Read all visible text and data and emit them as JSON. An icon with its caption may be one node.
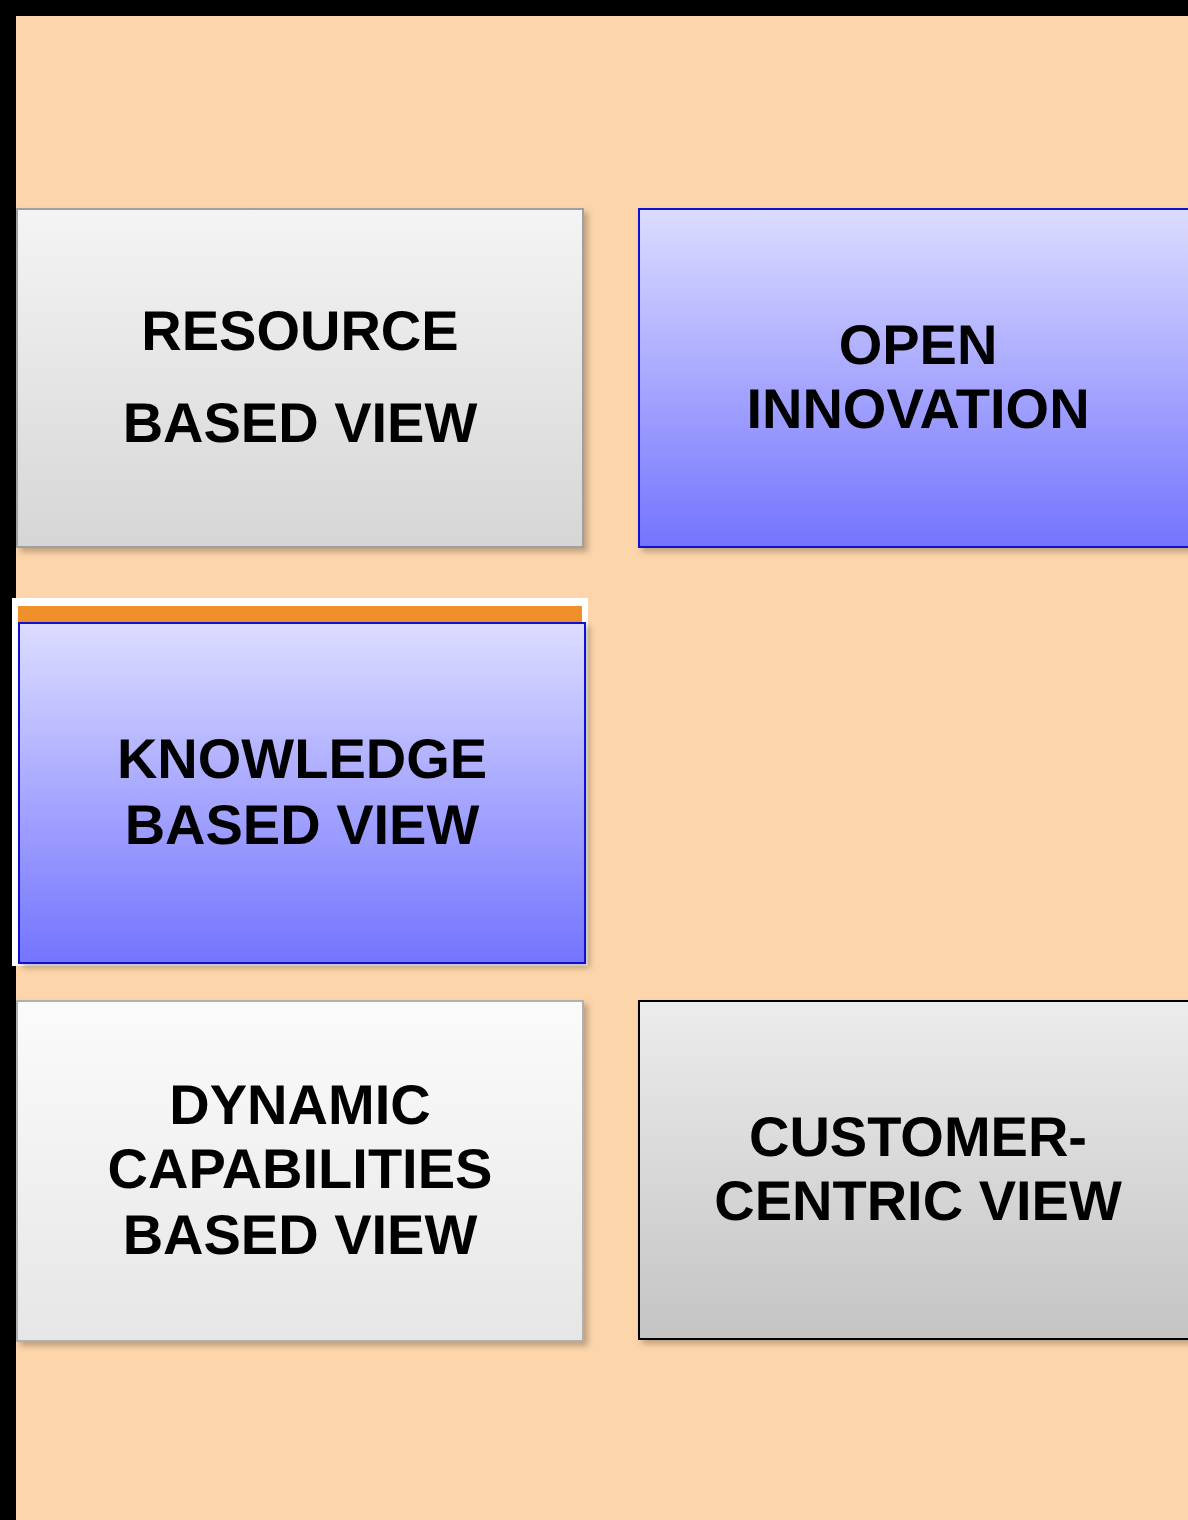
{
  "diagram": {
    "nodes": [
      {
        "text": [
          "RESOURCE BASED VIEW"
        ]
      },
      {
        "text": [
          "OPEN INNOVATION"
        ]
      },
      {
        "text": [
          "KNOWLEDGE BASED VIEW"
        ]
      },
      {
        "text": [
          "DYNAMIC CAPABILITIES BASED VIEW"
        ]
      },
      {
        "text": [
          "CUSTOMER-CENTRIC VIEW"
        ]
      }
    ]
  }
}
